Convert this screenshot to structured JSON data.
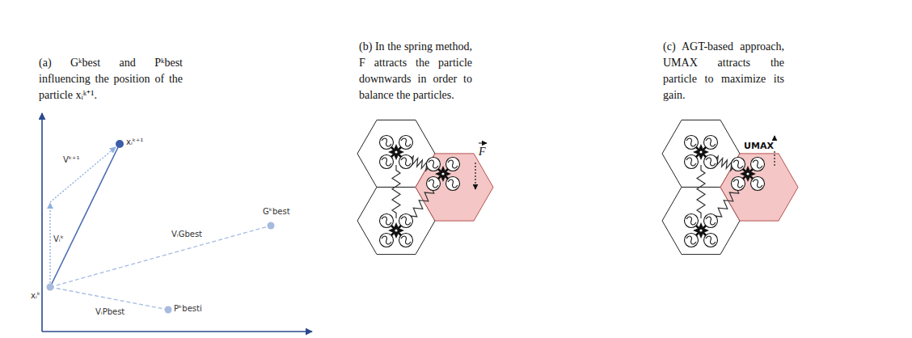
{
  "diagram": {
    "labels": [
      "(a) Gᵏbest and Pᵏbest influencing the position of the particle xᵢᵏ⁺¹.",
      "(b) In the spring method, F attracts the particle downwards in order to balance the particles.",
      "(c) AGT-based approach, UMAX attracts the particle to maximize its gain.",
      "xᵢᵏ⁺¹",
      "Vᵏ⁺¹",
      "Vᵢᵏ",
      "Gᵏbest",
      "VᵢGbest",
      "xᵢᵏ",
      "VᵢPbest",
      "Pᵏbesti",
      "F",
      "UMAX"
    ]
  }
}
